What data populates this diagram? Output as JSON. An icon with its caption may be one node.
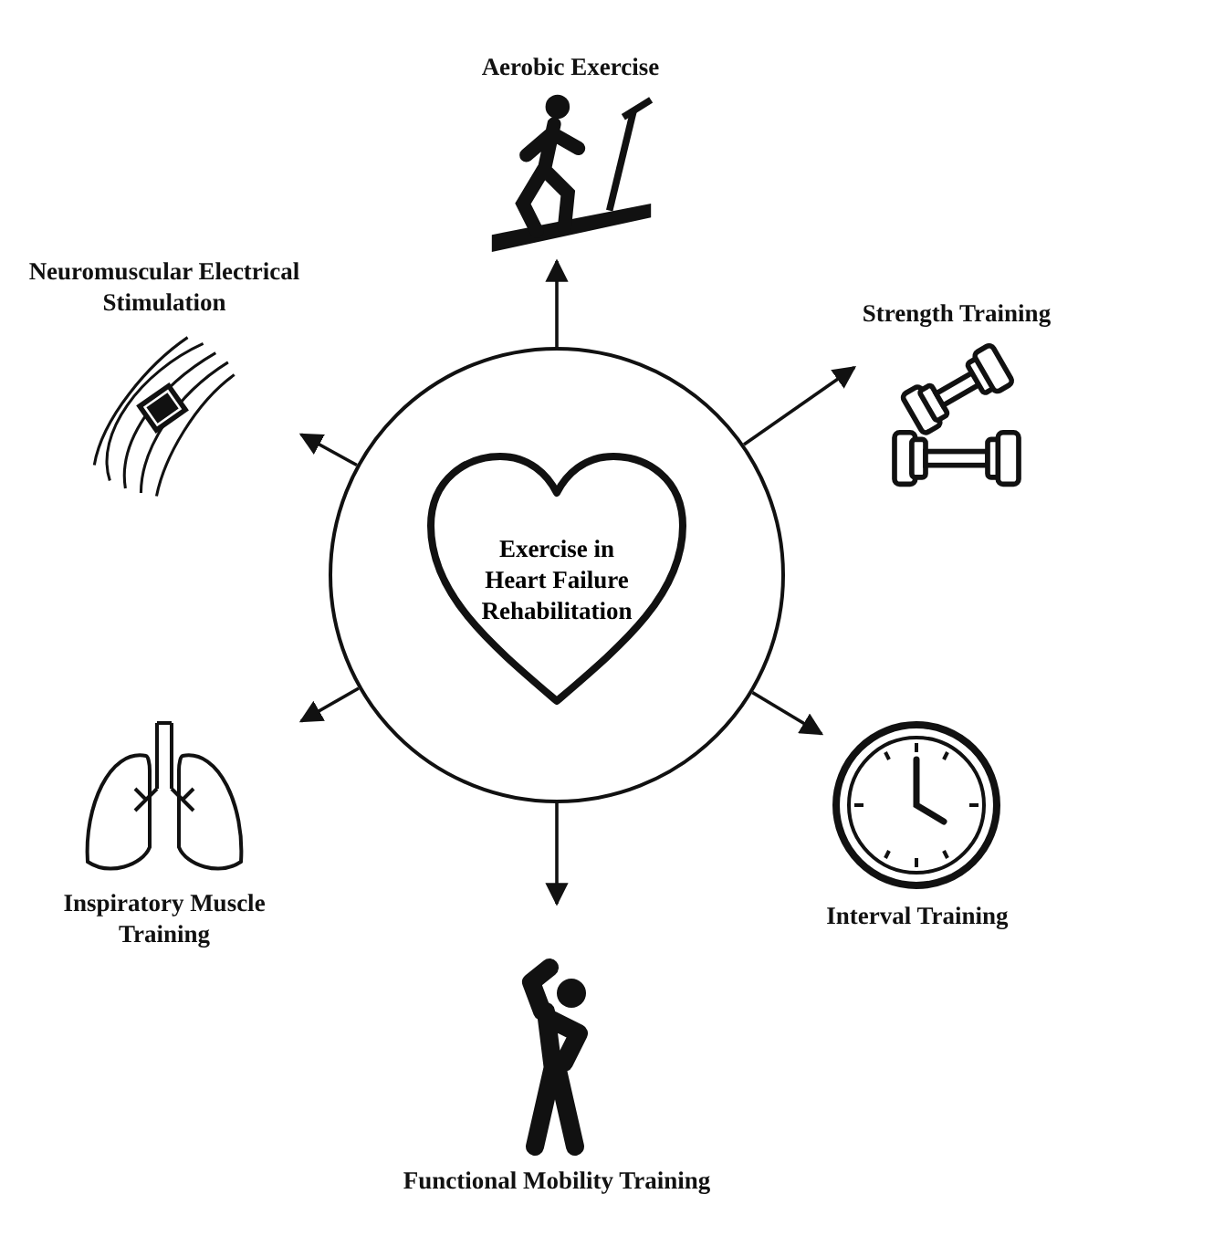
{
  "diagram": {
    "nodes": [
      {
        "text": [
          "Exercise in Heart Failure Rehabilitation"
        ]
      },
      {
        "text": [
          "Aerobic Exercise"
        ]
      },
      {
        "text": [
          "Neuromuscular Electrical Stimulation"
        ]
      },
      {
        "text": [
          "Strength Training"
        ]
      },
      {
        "text": [
          "Inspiratory Muscle Training"
        ]
      },
      {
        "text": [
          "Interval Training"
        ]
      },
      {
        "text": [
          "Functional Mobility Training"
        ]
      }
    ],
    "edges": [
      {
        "from": 0,
        "to": 1,
        "arrow": "to"
      },
      {
        "from": 0,
        "to": 2,
        "arrow": "to"
      },
      {
        "from": 0,
        "to": 3,
        "arrow": "to"
      },
      {
        "from": 0,
        "to": 4,
        "arrow": "to"
      },
      {
        "from": 0,
        "to": 5,
        "arrow": "to"
      },
      {
        "from": 0,
        "to": 6,
        "arrow": "to"
      }
    ]
  }
}
